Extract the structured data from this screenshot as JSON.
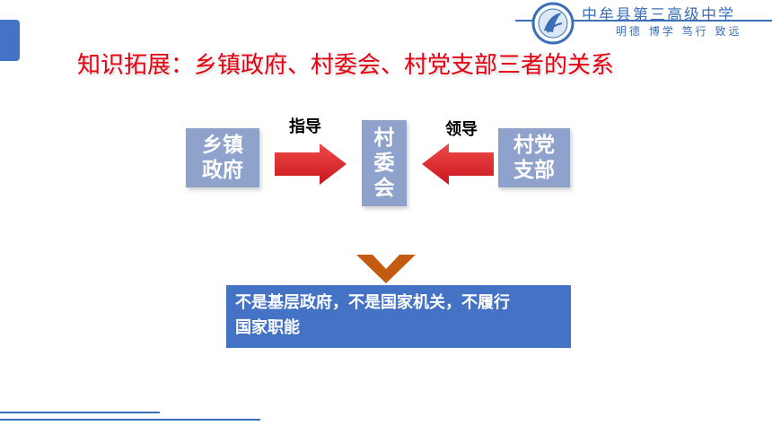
{
  "header": {
    "school_name": "中牟县第三高级中学",
    "motto": "明德 博学 笃行 致远"
  },
  "title": "知识拓展：乡镇政府、村委会、村党支部三者的关系",
  "diagram": {
    "township": {
      "line1": "乡镇",
      "line2": "政府"
    },
    "committee": {
      "char1": "村",
      "char2": "委",
      "char3": "会"
    },
    "party": {
      "line1": "村党",
      "line2": "支部"
    },
    "relation_guide": "指导",
    "relation_lead": "领导",
    "result_line1": "不是基层政府，不是国家机关，不履行",
    "result_line2": "国家职能"
  },
  "colors": {
    "accent": "#4472c4",
    "box": "#8ea2cc",
    "title": "#e60012",
    "arrow": "#e8232a",
    "chevron": "#c55a11"
  },
  "icons": [
    "school-logo-icon",
    "arrow-right-icon",
    "arrow-left-icon",
    "chevron-down-icon"
  ]
}
